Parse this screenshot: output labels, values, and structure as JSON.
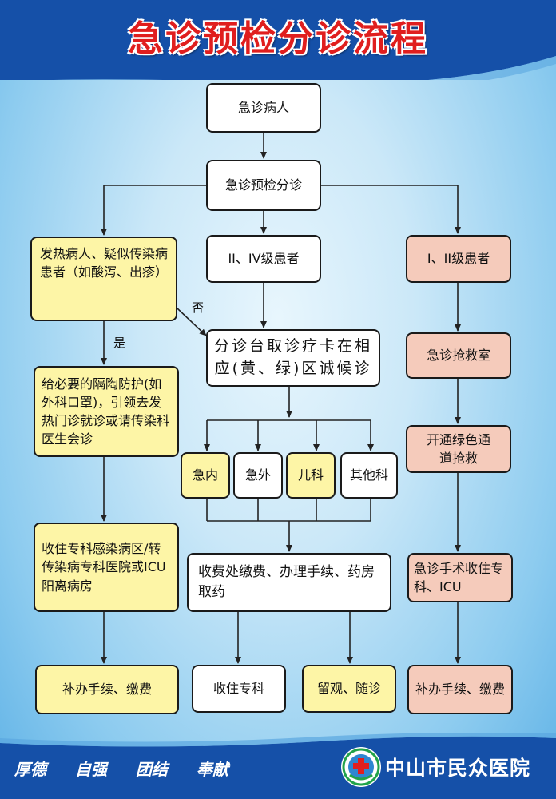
{
  "title": "急诊预检分诊流程",
  "nodes": {
    "patient": "急诊病人",
    "triage": "急诊预检分诊",
    "fever": "发热病人、疑似传染病患者（如酸泻、出疹）",
    "level34": "II、IV级患者",
    "level12": "I、II级患者",
    "protection": "给必要的隔陶防护(如外科口罩)，引领去发热门诊就诊或请传染科医生会诊",
    "triage_desk": "分诊台取诊疗卡在相应(黄、绿)区诚候诊",
    "rescue_room": "急诊抢救室",
    "green_channel": "开通绿色通道抢救",
    "internal": "急内",
    "surgery": "急外",
    "pediatrics": "儿科",
    "other_dept": "其他科",
    "infection_ward": "收住专科感染病区/转传染病专科医院或ICU阳离病房",
    "payment": "收费处缴费、办理手续、药房取药",
    "emergency_surgery": "急诊手术收住专科、ICU",
    "pay_left": "补办手续、缴费",
    "admit": "收住专科",
    "observe": "留观、随诊",
    "pay_right": "补办手续、缴费"
  },
  "labels": {
    "yes": "是",
    "no": "否"
  },
  "footer": {
    "motto": [
      "厚德",
      "自强",
      "团结",
      "奉献"
    ],
    "hospital": "中山市民众医院"
  },
  "colors": {
    "header_blue": "#1550a8",
    "title_red": "#e01e1e",
    "yellow_box": "#fdf5a6",
    "pink_box": "#f5cbbb",
    "white_box": "#ffffff",
    "logo_green": "#22a34a"
  }
}
